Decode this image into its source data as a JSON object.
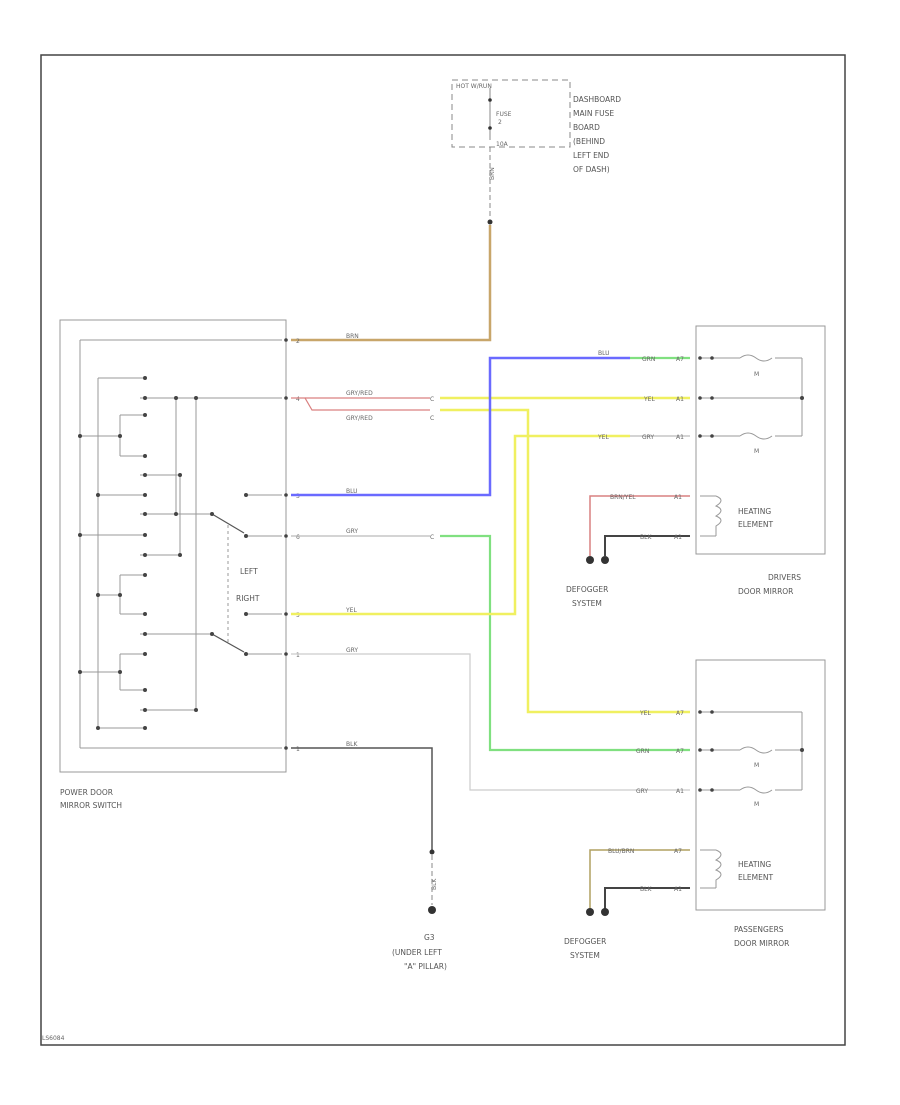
{
  "fuse_block": {
    "hot": "HOT W/RUN",
    "fuse": "FUSE",
    "fuse_num": "2",
    "amps": "10A",
    "location": [
      "DASHBOARD",
      "MAIN FUSE",
      "BOARD",
      "(BEHIND",
      "LEFT END",
      "OF DASH)"
    ],
    "wire": "BRN"
  },
  "switch": {
    "name": [
      "POWER DOOR",
      "MIRROR SWITCH"
    ],
    "left": "LEFT",
    "right": "RIGHT",
    "pin_top": "2",
    "pin_2": "4",
    "pin_3": "3",
    "pin_4": "6",
    "pin_5": "5",
    "pin_6": "1",
    "pin_gnd": "1"
  },
  "wires": {
    "brn": "BRN",
    "grn_red_1": "GRY/RED",
    "grn_red_2": "GRY/RED",
    "blu": "BLU",
    "gry": "GRY",
    "yel": "YEL",
    "gry2": "GRY",
    "blk": "BLK",
    "blk_gnd": "BLK"
  },
  "driver_mirror": {
    "name": [
      "DRIVERS",
      "DOOR MIRROR"
    ],
    "w1a": "BLU",
    "w1b": "GRN",
    "w1p": "A7",
    "w2": "YEL",
    "w2p": "A1",
    "w3a": "YEL",
    "w3b": "GRY",
    "w3p": "A1",
    "motor": "M",
    "heat_w1": "BRN/YEL",
    "heat_w1p": "A1",
    "heat_w2": "BLK",
    "heat_w2p": "A1",
    "heater": [
      "HEATING",
      "ELEMENT"
    ]
  },
  "driver_defogger": [
    "DEFOGGER",
    "SYSTEM"
  ],
  "passenger_mirror": {
    "name": [
      "PASSENGERS",
      "DOOR MIRROR"
    ],
    "w1": "YEL",
    "w1p": "A7",
    "w2": "GRN",
    "w2p": "A7",
    "w3": "GRY",
    "w3p": "A1",
    "motor": "M",
    "heat_w1": "BLU/BRN",
    "heat_w1p": "A7",
    "heat_w2": "BLK",
    "heat_w2p": "A1",
    "heater": [
      "HEATING",
      "ELEMENT"
    ]
  },
  "passenger_defogger": [
    "DEFOGGER",
    "SYSTEM"
  ],
  "ground": {
    "id": "G3",
    "location": [
      "(UNDER LEFT",
      "\"A\" PILLAR)"
    ],
    "wire": "BLK"
  },
  "figure_id": "LS6084"
}
